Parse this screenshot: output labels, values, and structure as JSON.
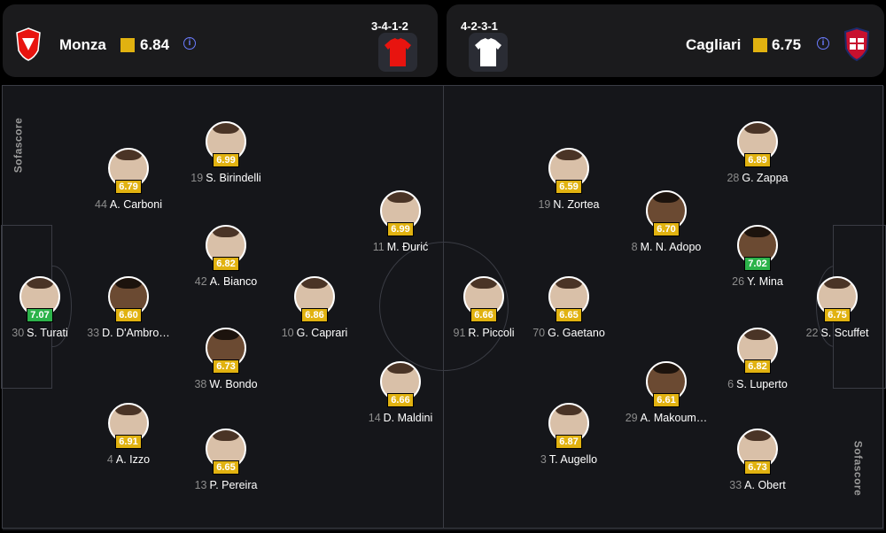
{
  "home": {
    "name": "Monza",
    "rating": "6.84",
    "formation": "3-4-1-2",
    "shirt_color": "#e8140f"
  },
  "away": {
    "name": "Cagliari",
    "rating": "6.75",
    "formation": "4-2-3-1",
    "shirt_color": "#ffffff"
  },
  "watermark": "Sofascore",
  "colors": {
    "rating_avg": "#e1b210",
    "rating_good": "#2cb34a",
    "background": "#000000",
    "panel": "#1b1b1d",
    "pitch": "#15161a"
  },
  "players": [
    {
      "num": "30",
      "name": "S. Turati",
      "rating": "7.07",
      "tone": "good"
    },
    {
      "num": "33",
      "name": "D. D'Ambro…",
      "rating": "6.60",
      "tone": "avg"
    },
    {
      "num": "4",
      "name": "A. Izzo",
      "rating": "6.91",
      "tone": "avg"
    },
    {
      "num": "44",
      "name": "A. Carboni",
      "rating": "6.79",
      "tone": "avg"
    },
    {
      "num": "19",
      "name": "S. Birindelli",
      "rating": "6.99",
      "tone": "avg"
    },
    {
      "num": "42",
      "name": "A. Bianco",
      "rating": "6.82",
      "tone": "avg"
    },
    {
      "num": "38",
      "name": "W. Bondo",
      "rating": "6.73",
      "tone": "avg"
    },
    {
      "num": "13",
      "name": "P. Pereira",
      "rating": "6.65",
      "tone": "avg"
    },
    {
      "num": "10",
      "name": "G. Caprari",
      "rating": "6.86",
      "tone": "avg"
    },
    {
      "num": "11",
      "name": "M. Đurić",
      "rating": "6.99",
      "tone": "avg"
    },
    {
      "num": "14",
      "name": "D. Maldini",
      "rating": "6.66",
      "tone": "avg"
    },
    {
      "num": "91",
      "name": "R. Piccoli",
      "rating": "6.66",
      "tone": "avg"
    },
    {
      "num": "19",
      "name": "N. Zortea",
      "rating": "6.59",
      "tone": "avg"
    },
    {
      "num": "70",
      "name": "G. Gaetano",
      "rating": "6.65",
      "tone": "avg"
    },
    {
      "num": "3",
      "name": "T. Augello",
      "rating": "6.87",
      "tone": "avg"
    },
    {
      "num": "8",
      "name": "M. N. Adopo",
      "rating": "6.70",
      "tone": "avg"
    },
    {
      "num": "29",
      "name": "A. Makoum…",
      "rating": "6.61",
      "tone": "avg"
    },
    {
      "num": "28",
      "name": "G. Zappa",
      "rating": "6.89",
      "tone": "avg"
    },
    {
      "num": "26",
      "name": "Y. Mina",
      "rating": "7.02",
      "tone": "good"
    },
    {
      "num": "6",
      "name": "S. Luperto",
      "rating": "6.82",
      "tone": "avg"
    },
    {
      "num": "33",
      "name": "A. Obert",
      "rating": "6.73",
      "tone": "avg"
    },
    {
      "num": "22",
      "name": "S. Scuffet",
      "rating": "6.75",
      "tone": "avg"
    }
  ]
}
